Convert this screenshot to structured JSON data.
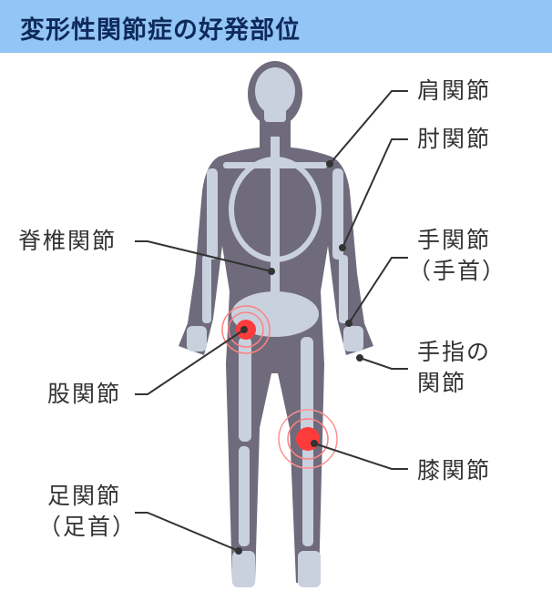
{
  "title": "変形性関節症の好発部位",
  "labels": {
    "shoulder": "肩関節",
    "elbow": "肘関節",
    "wrist_1": "手関節",
    "wrist_2": "（手首）",
    "finger_1": "手指の",
    "finger_2": "関節",
    "knee": "膝関節",
    "spine": "脊椎関節",
    "hip": "股関節",
    "ankle_1": "足関節",
    "ankle_2": "（足首）"
  },
  "colors": {
    "header": "#93c6f6",
    "body": "#6f6b7c",
    "bone": "#c9d1de",
    "highlight": "#ff3b3b"
  }
}
